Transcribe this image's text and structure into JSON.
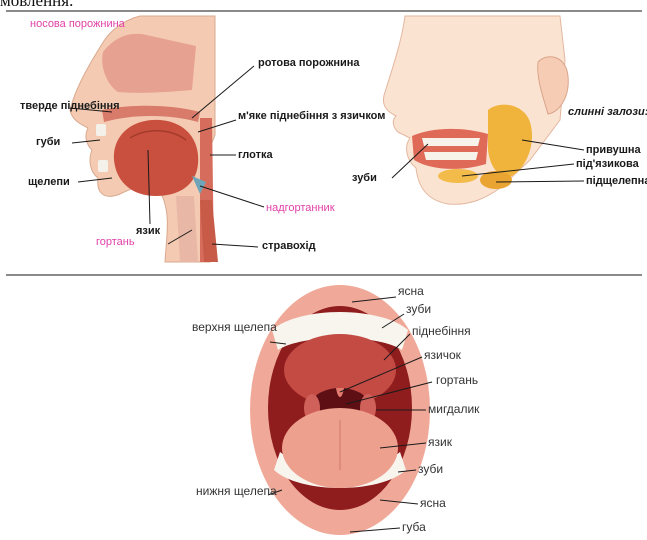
{
  "heading_fragment": "мовлення.",
  "profile": {
    "nasal_cavity": "носова порожнина",
    "oral_cavity": "ротова порожнина",
    "hard_palate": "тверде піднебіння",
    "soft_palate": "м'яке піднебіння з язичком",
    "lips": "губи",
    "pharynx": "глотка",
    "jaws": "щелепи",
    "epiglottis": "надгортанник",
    "tongue": "язик",
    "larynx": "гортань",
    "esophagus": "стравохід"
  },
  "glands": {
    "teeth": "зуби",
    "title": "слинні залози:",
    "parotid": "привушна",
    "sublingual": "під'язикова",
    "submandibular": "підщелепна"
  },
  "mouth": {
    "gum_top": "ясна",
    "teeth_top": "зуби",
    "upper_jaw": "верхня щелепа",
    "palate": "піднебіння",
    "uvula": "язичок",
    "larynx": "гортань",
    "tonsil": "мигдалик",
    "tongue": "язик",
    "teeth_bottom": "зуби",
    "lower_jaw": "нижня щелепа",
    "gum_bottom": "ясна",
    "lip": "губа"
  }
}
